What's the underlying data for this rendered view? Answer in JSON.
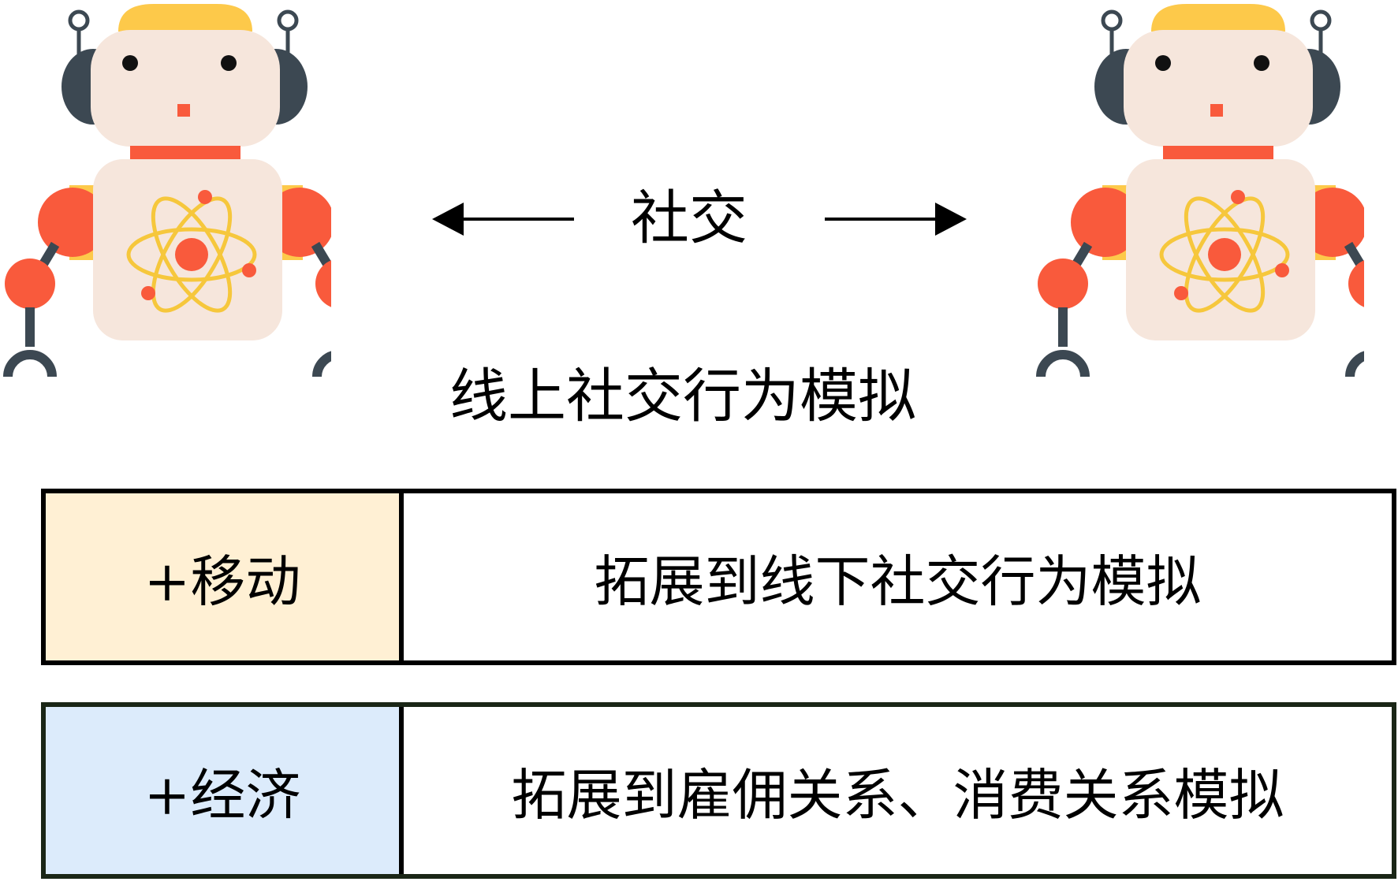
{
  "diagram": {
    "center_label": "社交",
    "caption": "线上社交行为模拟",
    "rows": [
      {
        "tag": "+移动",
        "description": "拓展到线下社交行为模拟",
        "tag_color": "#fff0d4"
      },
      {
        "tag": "+经济",
        "description": "拓展到雇佣关系、消费关系模拟",
        "tag_color": "#dcebfb"
      }
    ],
    "icons": [
      "robot-icon",
      "robot-icon",
      "arrow-left-icon",
      "arrow-right-icon"
    ],
    "colors": {
      "robot_hair": "#fdc94a",
      "robot_face": "#f6e6dc",
      "robot_accent": "#f95a3c",
      "robot_dark": "#3c4852",
      "atom": "#f6c73c"
    }
  }
}
